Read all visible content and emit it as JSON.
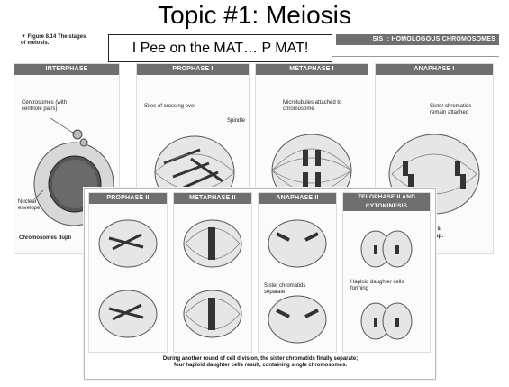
{
  "slide": {
    "title": "Topic #1: Meiosis",
    "callout": "I Pee on the MAT… P MAT!"
  },
  "figure": {
    "label": "▼ Figure 8.14",
    "title_part1": "The stages",
    "title_part2": "of meiosis."
  },
  "meiosis_i": {
    "section_header": "SIS I: HOMOLOGOUS CHROMOSOMES SEPARATE",
    "panels": [
      {
        "label": "INTERPHASE"
      },
      {
        "label": "PROPHASE I"
      },
      {
        "label": "METAPHASE I"
      },
      {
        "label": "ANAPHASE I"
      }
    ],
    "annotations": {
      "centrosomes": "Centrosomes (with centriole pairs)",
      "crossing_over": "Sites of crossing over",
      "spindle": "Spindle",
      "microtubules": "Microtubules attached to chromosome",
      "sister_attached": "Sister chromatids remain attached",
      "nuclear_envelope": "Nuclear envelope",
      "chromosomes_dupl": "Chromosomes dupli",
      "logous": "logous",
      "split_up": "split up."
    }
  },
  "meiosis_ii": {
    "panels": [
      {
        "label": "PROPHASE II"
      },
      {
        "label": "METAPHASE II"
      },
      {
        "label": "ANAPHASE II"
      },
      {
        "label": "TELOPHASE II AND CYTOKINESIS"
      }
    ],
    "annotations": {
      "sister_separate": "Sister chromatids separate",
      "haploid": "Haploid daughter cells forming"
    },
    "caption_line1": "During another round of cell division, the sister chromatids finally separate;",
    "caption_line2": "four haploid daughter cells result, containing single chromosomes."
  }
}
